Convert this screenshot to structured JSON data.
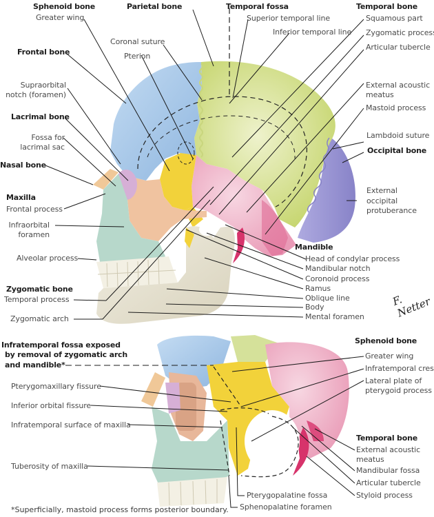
{
  "colors": {
    "frontal": "#a9c8e8",
    "parietal": "#d5e19a",
    "sphenoid": "#f2d23a",
    "temporal": "#f1b9cc",
    "temporal_accent": "#d7336b",
    "occipital": "#9c98d4",
    "zygomatic": "#f0c3a0",
    "maxilla": "#b7d8cb",
    "mandible": "#e7e3d3",
    "lacrimal": "#d6afd6",
    "nasal": "#f0c898",
    "leader_line": "#1a1a1a"
  },
  "upper_figure": {
    "headings": {
      "sphenoid": "Sphenoid bone",
      "parietal": "Parietal bone",
      "temporal_fossa": "Temporal fossa",
      "temporal": "Temporal bone",
      "frontal": "Frontal bone",
      "lacrimal": "Lacrimal bone",
      "nasal": "Nasal bone",
      "maxilla": "Maxilla",
      "zygomatic": "Zygomatic bone",
      "occipital": "Occipital bone",
      "mandible": "Mandible"
    },
    "labels": {
      "greater_wing": "Greater wing",
      "coronal_suture": "Coronal suture",
      "pterion": "Pterion",
      "supraorbital_1": "Supraorbital",
      "supraorbital_2": "notch (foramen)",
      "fossa_lacrimal_1": "Fossa for",
      "fossa_lacrimal_2": "lacrimal sac",
      "frontal_process": "Frontal process",
      "infraorbital_1": "Infraorbital",
      "infraorbital_2": "foramen",
      "alveolar_process": "Alveolar process",
      "temporal_process": "Temporal process",
      "zygomatic_arch": "Zygomatic arch",
      "superior_temporal_line": "Superior temporal line",
      "inferior_temporal_line": "Inferior temporal line",
      "squamous_part": "Squamous part",
      "zygomatic_process": "Zygomatic process",
      "articular_tubercle": "Articular tubercle",
      "ext_acoustic_1": "External acoustic",
      "ext_acoustic_2": "meatus",
      "mastoid_process": "Mastoid process",
      "lambdoid_suture": "Lambdoid suture",
      "ext_occipital_1": "External",
      "ext_occipital_2": "occipital",
      "ext_occipital_3": "protuberance",
      "head_condylar": "Head of condylar process",
      "mandibular_notch": "Mandibular notch",
      "coronoid_process": "Coronoid process",
      "ramus": "Ramus",
      "oblique_line": "Oblique line",
      "body": "Body",
      "mental_foramen": "Mental foramen"
    },
    "signature": "F. Netter"
  },
  "lower_figure": {
    "title_1": "Infratemporal fossa exposed",
    "title_2": "by removal of  zygomatic arch",
    "title_3": "and mandible*",
    "headings": {
      "sphenoid": "Sphenoid bone",
      "temporal": "Temporal bone"
    },
    "labels": {
      "pterygomaxillary_fissure": "Pterygomaxillary fissure",
      "inferior_orbital_fissure": "Inferior orbital fissure",
      "infratemporal_surface": "Infratemporal surface of maxilla",
      "tuberosity_maxilla": "Tuberosity of maxilla",
      "greater_wing": "Greater wing",
      "infratemporal_crest": "Infratemporal crest",
      "lateral_plate_1": "Lateral plate of",
      "lateral_plate_2": "pterygoid process",
      "ext_acoustic_1": "External acoustic",
      "ext_acoustic_2": "meatus",
      "mandibular_fossa": "Mandibular fossa",
      "articular_tubercle": "Articular tubercle",
      "styloid_process": "Styloid process",
      "pterygopalatine_fossa": "Pterygopalatine fossa",
      "sphenopalatine_foramen": "Sphenopalatine foramen"
    }
  },
  "footnote": "*Superficially, mastoid process forms posterior boundary."
}
